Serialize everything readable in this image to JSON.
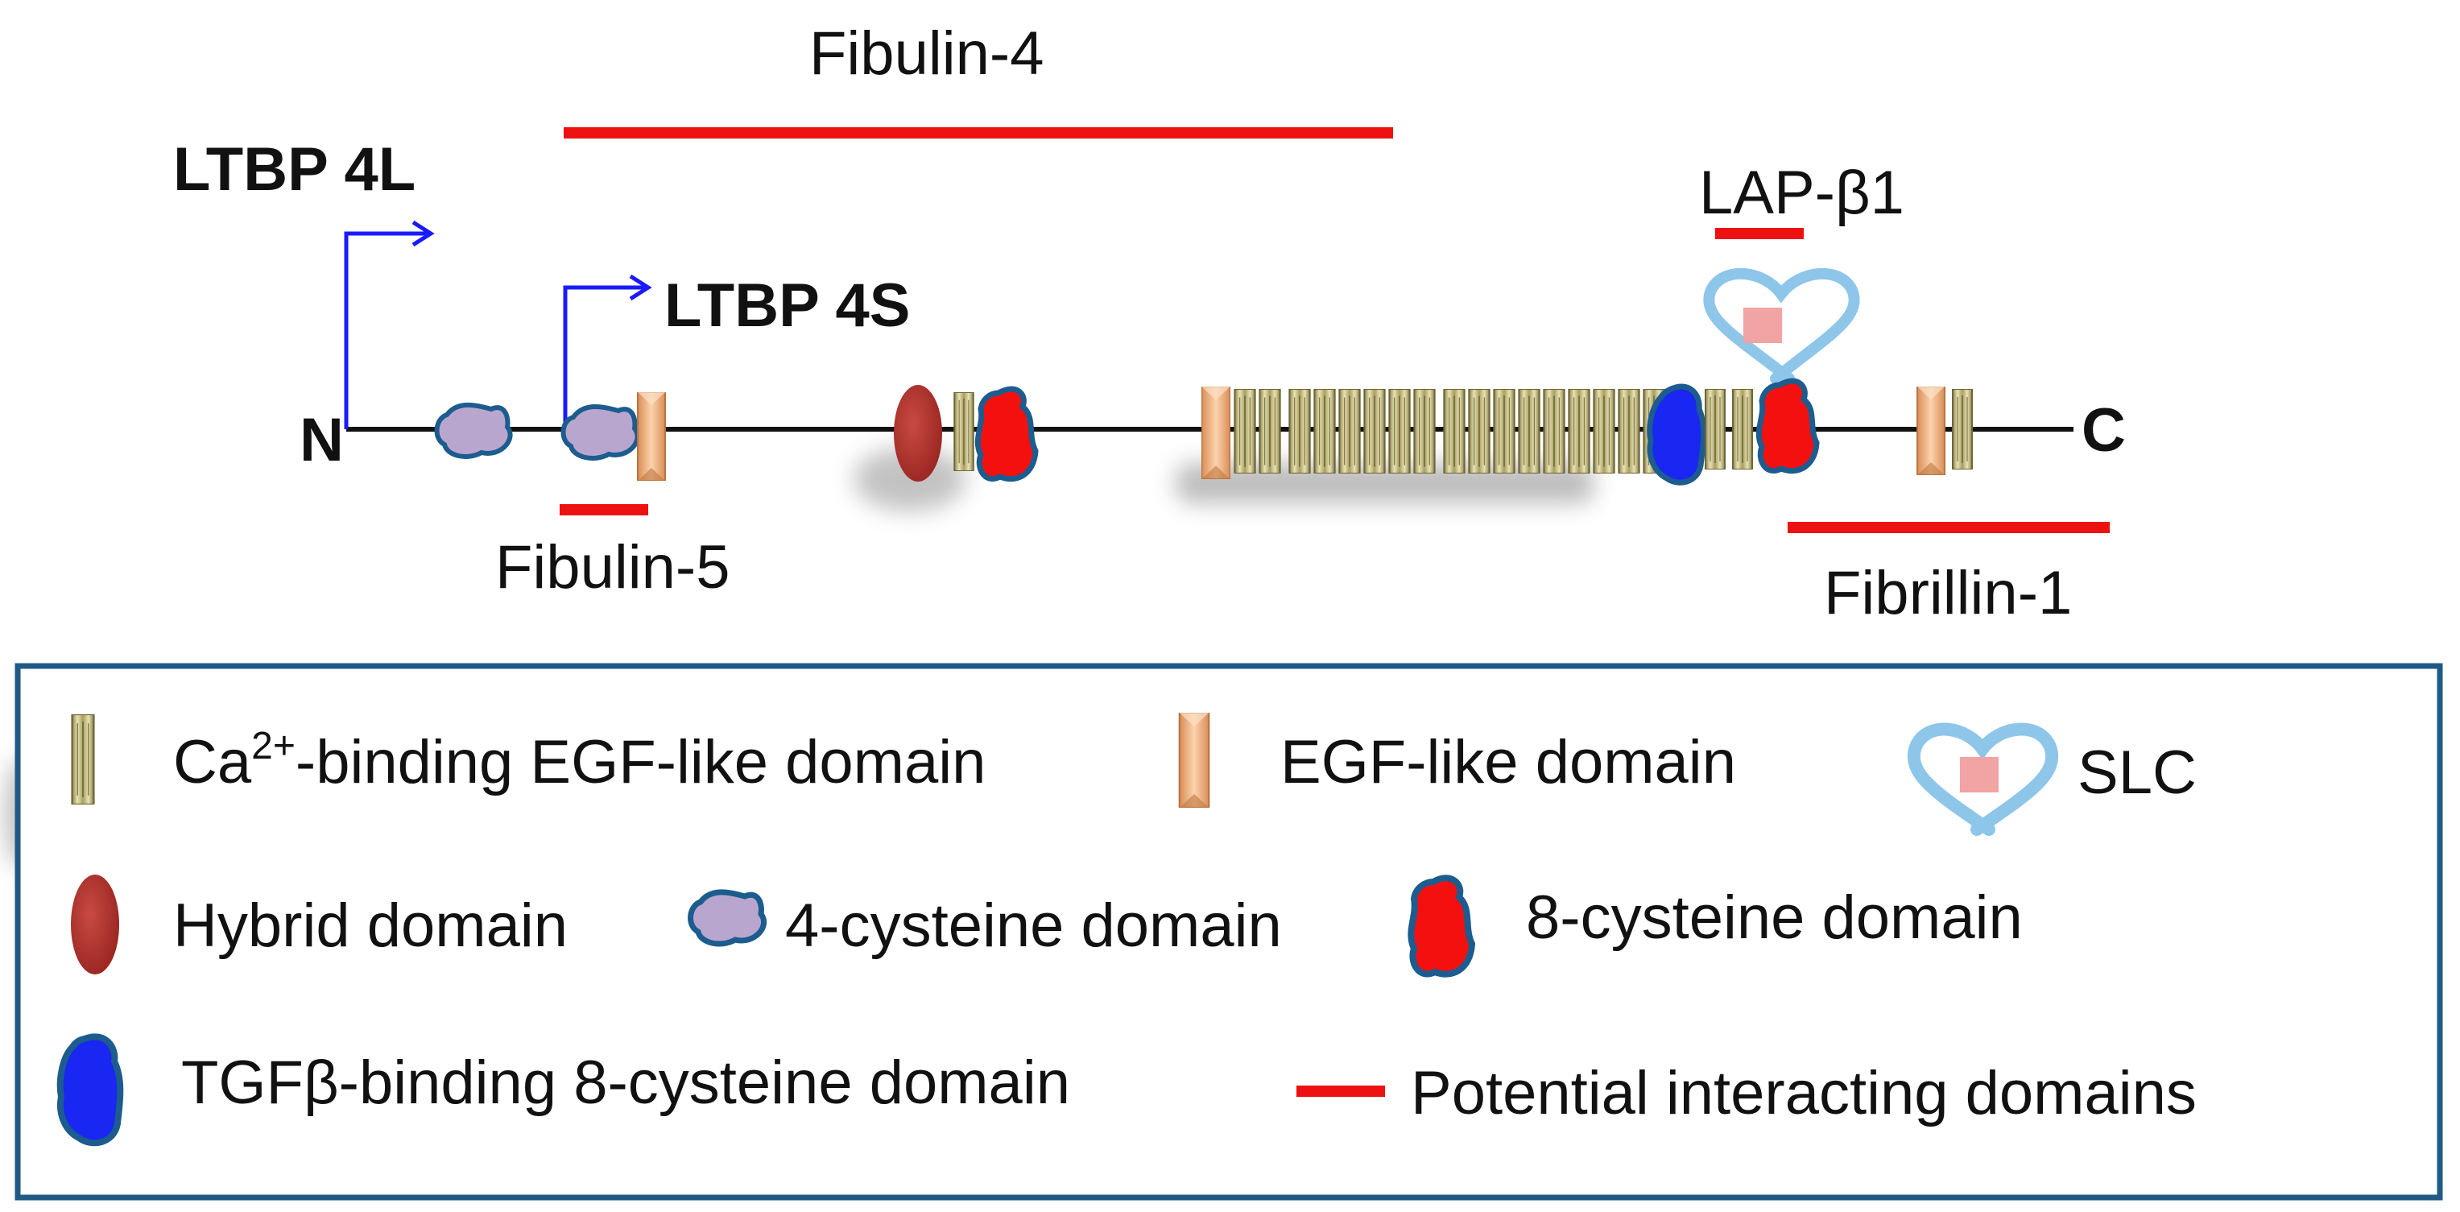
{
  "protein": {
    "isoform_long": "LTBP 4L",
    "isoform_short": "LTBP 4S",
    "n_terminus": "N",
    "c_terminus": "C"
  },
  "interactions": {
    "fibulin4": "Fibulin-4",
    "fibulin5": "Fibulin-5",
    "lap_b1": "LAP-β1",
    "fibrillin1": "Fibrillin-1"
  },
  "legend": {
    "ca_egf_pre": "Ca",
    "ca_egf_sup": "2+",
    "ca_egf_post": "-binding EGF-like domain",
    "egf": "EGF-like domain",
    "slc": "SLC",
    "hybrid": "Hybrid domain",
    "cys4": "4-cysteine domain",
    "cys8": "8-cysteine domain",
    "tgfb8": "TGFβ-binding 8-cysteine domain",
    "interacting": "Potential interacting domains"
  },
  "colors": {
    "interaction_line": "#ee1111",
    "promoter_arrow": "#1a1aff",
    "ca_egf_fill": "#d7cf98",
    "egf_fill": "#f6b886",
    "hybrid_fill": "#b43530",
    "cys4_fill": "#b9a6cf",
    "cys8_fill": "#f51010",
    "tgfb_fill": "#1a26f2",
    "slc_stroke": "#8ec6ea",
    "slc_core": "#f2a3a3",
    "legend_border": "#1f5a86"
  }
}
